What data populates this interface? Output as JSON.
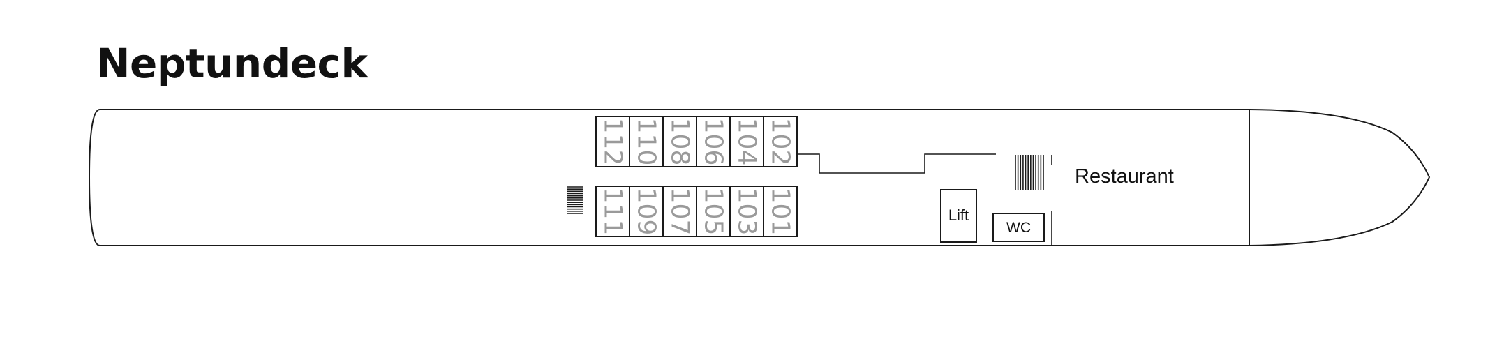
{
  "deck": {
    "title": "Neptundeck"
  },
  "cabins": {
    "top_row": [
      "112",
      "110",
      "108",
      "106",
      "104",
      "102"
    ],
    "bottom_row": [
      "111",
      "109",
      "107",
      "105",
      "103",
      "101"
    ]
  },
  "rooms": {
    "restaurant": "Restaurant",
    "lift": "Lift",
    "wc": "WC"
  },
  "colors": {
    "outline": "#1a1a1a",
    "cabin_number": "#9a9a9a",
    "background": "#ffffff"
  },
  "icons": [
    "staircase-icon",
    "staircase-icon"
  ]
}
